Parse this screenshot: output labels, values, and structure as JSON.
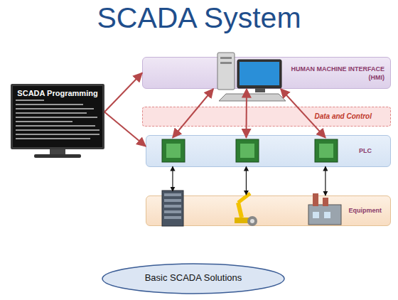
{
  "diagram": {
    "title": "SCADA System",
    "nodes": [
      {
        "text": [
          "HUMAN MACHINE INTERFACE (HMI)"
        ]
      },
      {
        "text": [
          "Data and Control"
        ]
      },
      {
        "text": [
          "PLC"
        ]
      },
      {
        "text": [
          "Equipment"
        ]
      },
      {
        "text": [
          "SCADA Programming"
        ]
      },
      {
        "text": [
          "Basic SCADA Solutions"
        ]
      }
    ],
    "edges": [
      {
        "from": 4,
        "to": 0,
        "arrow": "to"
      },
      {
        "from": 4,
        "to": 2,
        "arrow": "to"
      },
      {
        "from": 0,
        "to": 2,
        "arrow": "both"
      },
      {
        "from": 0,
        "to": 2,
        "arrow": "both"
      },
      {
        "from": 0,
        "to": 2,
        "arrow": "both"
      },
      {
        "from": 2,
        "to": 3,
        "arrow": "both"
      },
      {
        "from": 2,
        "to": 3,
        "arrow": "both"
      },
      {
        "from": 2,
        "to": 3,
        "arrow": "both"
      }
    ]
  }
}
